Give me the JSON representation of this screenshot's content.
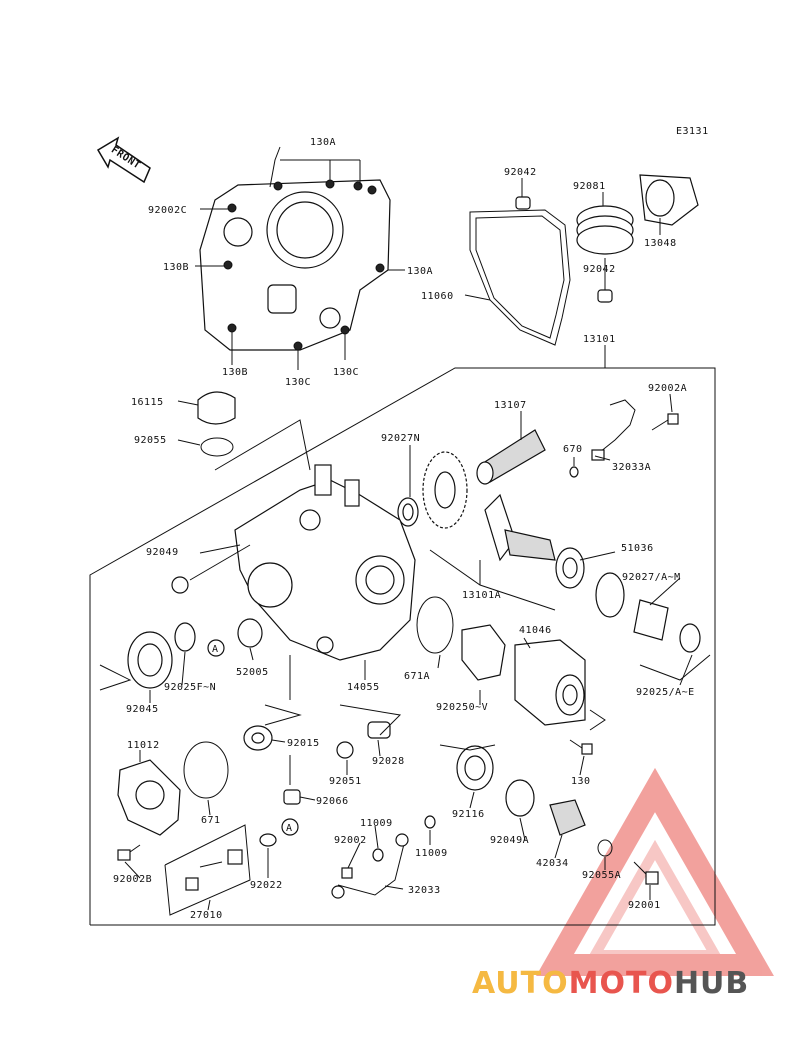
{
  "diagram_code": "E3131",
  "front_label": "FRONT",
  "callout_letter": "A",
  "watermark": {
    "part1": "AUTO",
    "part2": "MOTO",
    "part3": "HUB",
    "color1": "#f5b942",
    "color2": "#e8554e",
    "color3": "#555555"
  },
  "labels": {
    "l130A_top": "130A",
    "l92002C": "92002C",
    "l130B_a": "130B",
    "l130A_r": "130A",
    "l130B_b": "130B",
    "l130C_a": "130C",
    "l130C_b": "130C",
    "l92042_a": "92042",
    "l92081": "92081",
    "l13048": "13048",
    "l92042_b": "92042",
    "l11060": "11060",
    "l13101": "13101",
    "l16115": "16115",
    "l92055": "92055",
    "l13107": "13107",
    "l92002A": "92002A",
    "l92027N": "92027N",
    "l670": "670",
    "l32033A": "32033A",
    "l92049": "92049",
    "l51036": "51036",
    "l92027AM": "92027/A~M",
    "l13101A": "13101A",
    "l41046": "41046",
    "l52005": "52005",
    "l92045": "92045",
    "l92025FN": "92025F~N",
    "l14055": "14055",
    "l671A": "671A",
    "l92025OV": "920250~V",
    "l92025AE": "92025/A~E",
    "l11012": "11012",
    "l92015": "92015",
    "l92051": "92051",
    "l92028": "92028",
    "l130": "130",
    "l92066": "92066",
    "l671": "671",
    "l92116": "92116",
    "l92049A": "92049A",
    "l11009_a": "11009",
    "l92002": "92002",
    "l11009_b": "11009",
    "l42034": "42034",
    "l92055A": "92055A",
    "l92002B": "92002B",
    "l92022": "92022",
    "l32033": "32033",
    "l92001": "92001",
    "l27010": "27010"
  }
}
